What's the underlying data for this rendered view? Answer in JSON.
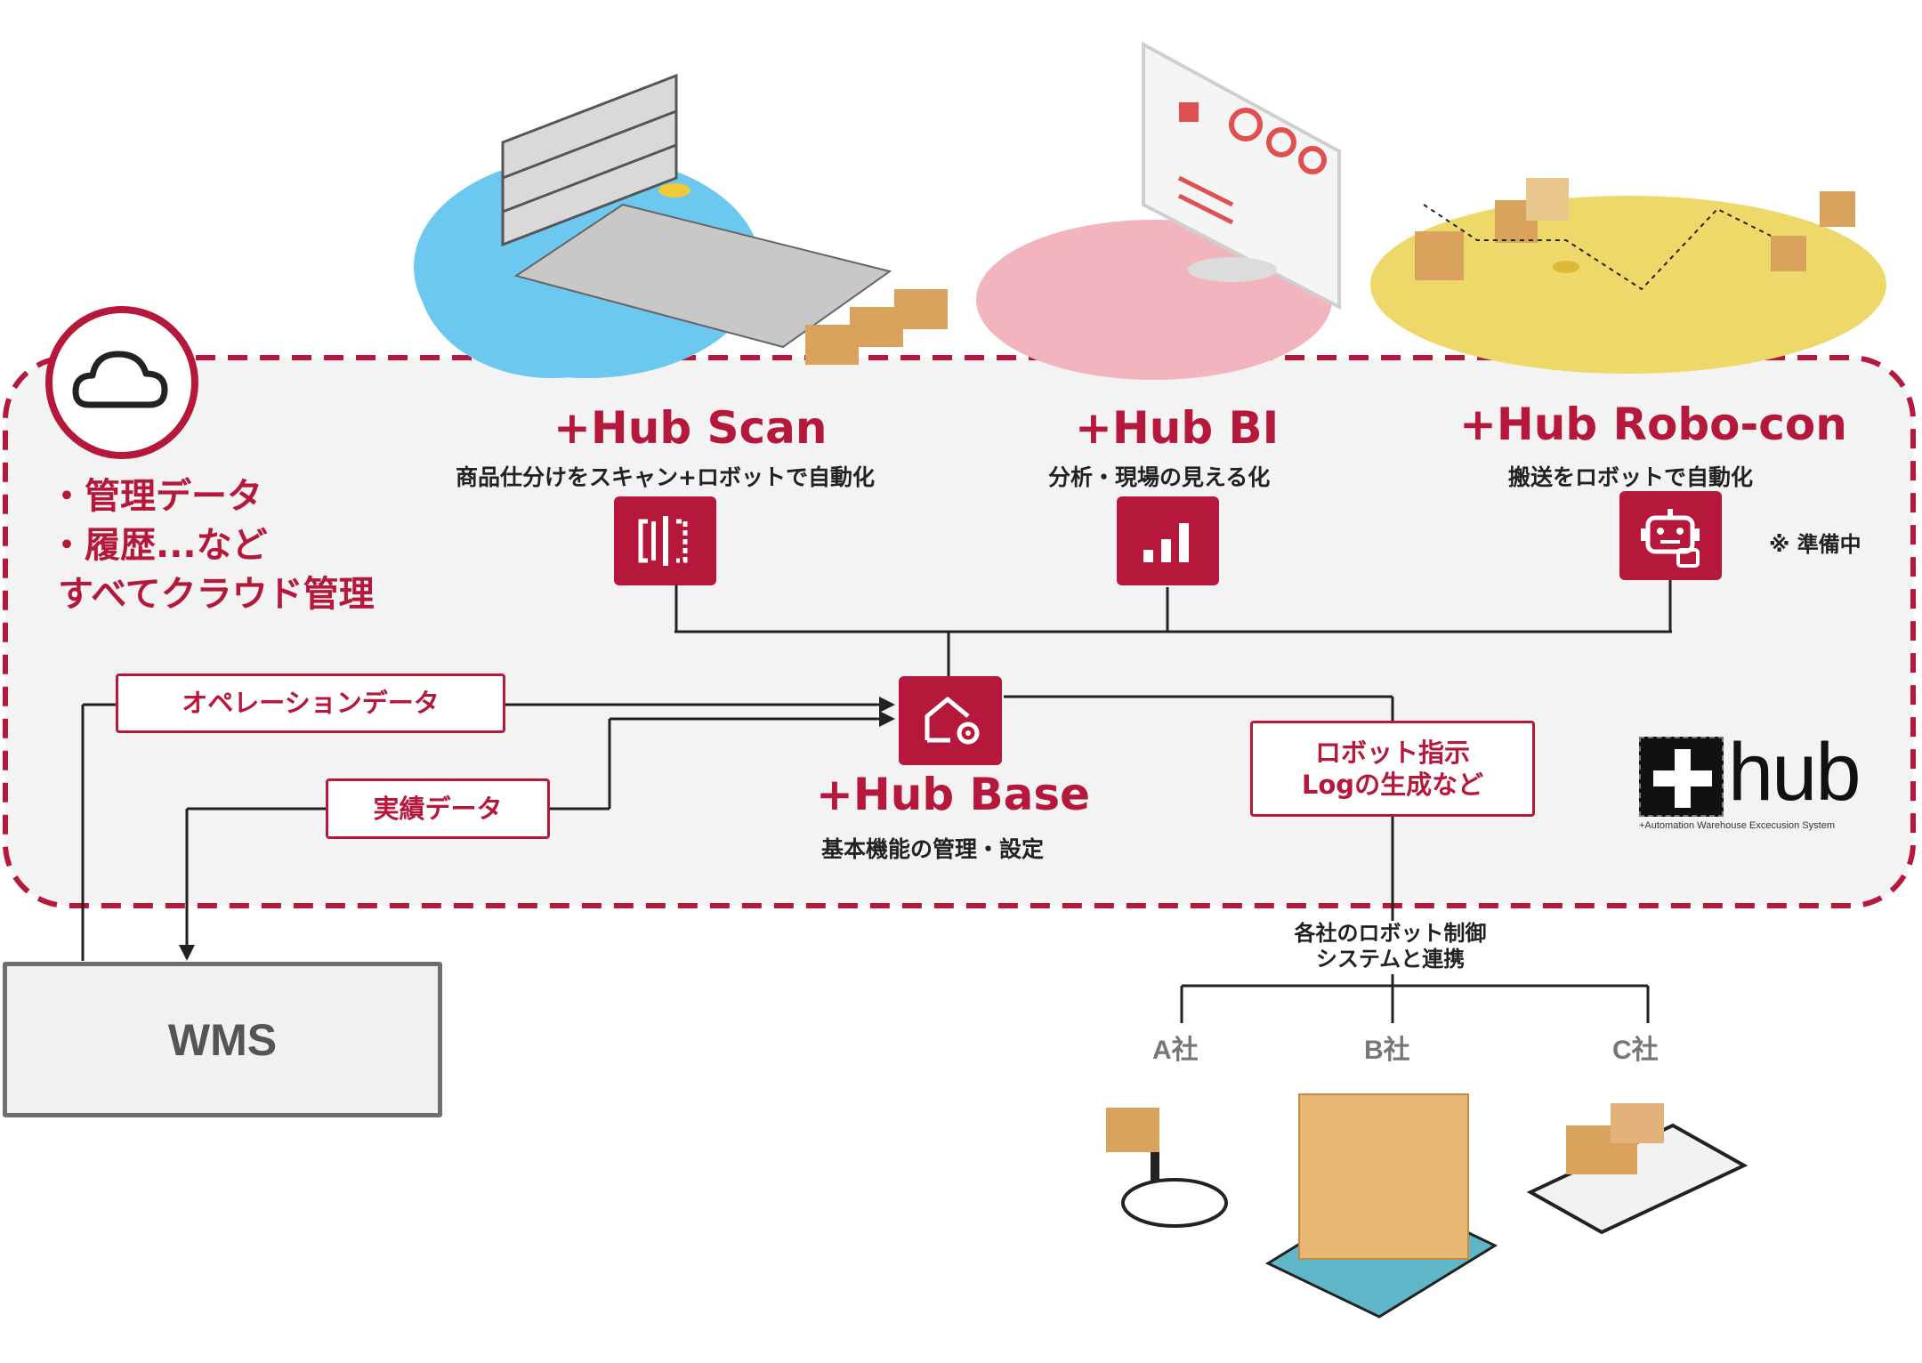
{
  "cloud": {
    "icon": "cloud-icon",
    "lines": [
      "・管理データ",
      "・履歴...など",
      "すべてクラウド管理"
    ]
  },
  "modules": {
    "scan": {
      "title": "+Hub Scan",
      "subtitle": "商品仕分けをスキャン+ロボットで自動化",
      "icon": "scan-icon"
    },
    "bi": {
      "title": "+Hub BI",
      "subtitle": "分析・現場の見える化",
      "icon": "bar-chart-icon"
    },
    "robocon": {
      "title": "+Hub Robo-con",
      "subtitle": "搬送をロボットで自動化",
      "icon": "robot-icon",
      "note": "※ 準備中"
    },
    "base": {
      "title": "+Hub Base",
      "subtitle": "基本機能の管理・設定",
      "icon": "house-gear-icon"
    }
  },
  "labels": {
    "operation": "オペレーションデータ",
    "results": "実績データ",
    "robot_line1": "ロボット指示",
    "robot_line2": "Logの生成など",
    "coop_line1": "各社のロボット制御",
    "coop_line2": "システムと連携"
  },
  "wms": "WMS",
  "companies": [
    "A社",
    "B社",
    "C社"
  ],
  "logo": {
    "mark": "+hub",
    "tagline": "+Automation Warehouse Excecusion System"
  },
  "colors": {
    "accent": "#b5183a",
    "blue": "#6cc8ef",
    "pink": "#f3b5bd",
    "yellow": "#efd86a",
    "panel": "#f3f3f3"
  }
}
